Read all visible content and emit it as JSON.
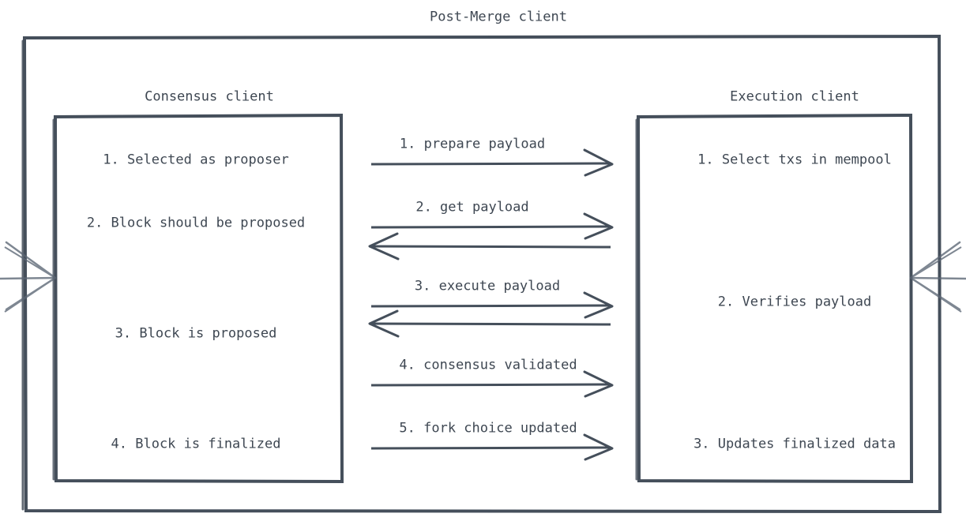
{
  "diagram": {
    "title": "Post-Merge client",
    "type": "sequence-interaction",
    "colors": {
      "stroke": "#454f5b",
      "text": "#3e4752",
      "background": "#ffffff"
    },
    "panels": [
      {
        "id": "consensus",
        "title": "Consensus client",
        "items": [
          "1. Selected as proposer",
          "2. Block should be proposed",
          "3. Block is proposed",
          "4. Block is finalized"
        ]
      },
      {
        "id": "execution",
        "title": "Execution client",
        "items": [
          "1. Select txs in mempool",
          "2. Verifies payload",
          "3. Updates finalized data"
        ]
      }
    ],
    "messages": [
      {
        "label": "1. prepare payload",
        "direction": "right"
      },
      {
        "label": "2. get payload",
        "direction": "both"
      },
      {
        "label": "3. execute payload",
        "direction": "both"
      },
      {
        "label": "4. consensus validated",
        "direction": "right"
      },
      {
        "label": "5. fork choice updated",
        "direction": "right"
      }
    ],
    "edge_connectors": [
      {
        "side": "left",
        "name": "left-network-connector"
      },
      {
        "side": "right",
        "name": "right-network-connector"
      }
    ]
  }
}
